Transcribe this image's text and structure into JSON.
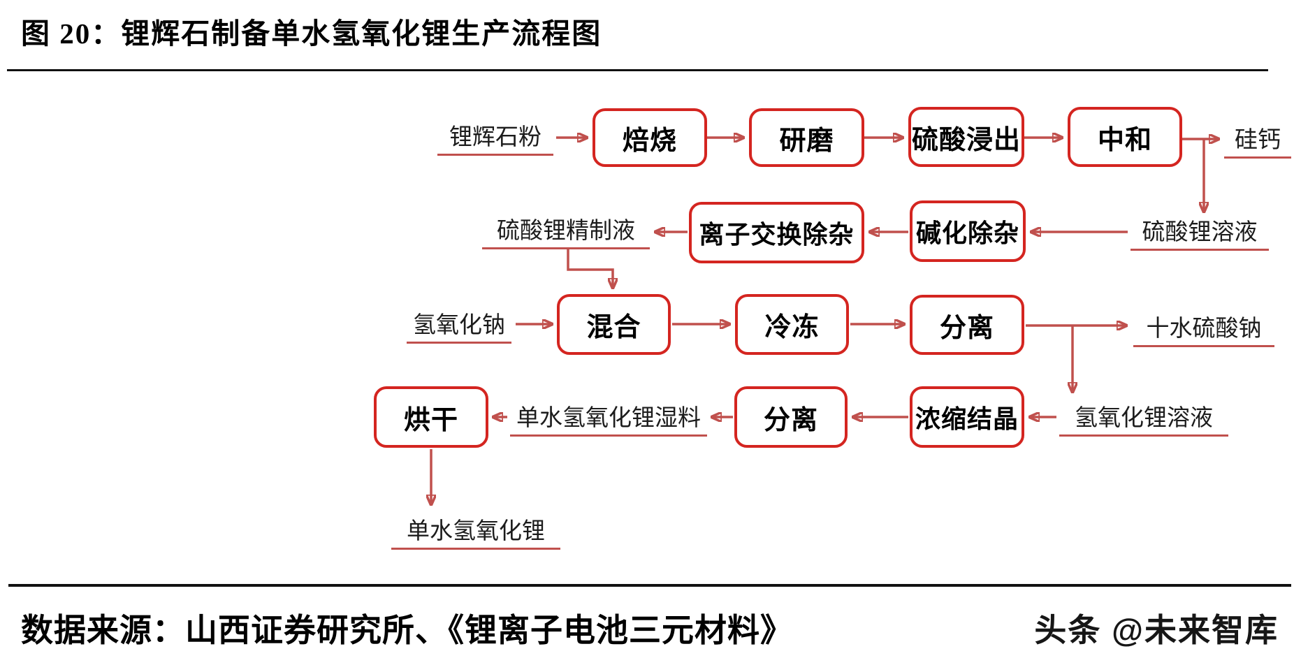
{
  "figure": {
    "title": "图 20：锂辉石制备单水氢氧化锂生产流程图"
  },
  "footer": {
    "source": "数据来源：山西证券研究所、《锂离子电池三元材料》",
    "watermark": "头条 @未来智库"
  },
  "colors": {
    "box_border": "#d42520",
    "connector": "#c0504d",
    "text": "#000000"
  },
  "flow": {
    "boxes": [
      {
        "label": "焙烧"
      },
      {
        "label": "研磨"
      },
      {
        "label": "硫酸浸出"
      },
      {
        "label": "中和"
      },
      {
        "label": "离子交换除杂"
      },
      {
        "label": "碱化除杂"
      },
      {
        "label": "混合"
      },
      {
        "label": "冷冻"
      },
      {
        "label": "分离"
      },
      {
        "label": "烘干"
      },
      {
        "label": "分离"
      },
      {
        "label": "浓缩结晶"
      }
    ],
    "labels": [
      {
        "text": "锂辉石粉"
      },
      {
        "text": "硅钙"
      },
      {
        "text": "硫酸锂溶液"
      },
      {
        "text": "硫酸锂精制液"
      },
      {
        "text": "氢氧化钠"
      },
      {
        "text": "十水硫酸钠"
      },
      {
        "text": "氢氧化锂溶液"
      },
      {
        "text": "单水氢氧化锂湿料"
      },
      {
        "text": "单水氢氧化锂"
      }
    ],
    "edges": [
      "锂辉石粉 → 焙烧",
      "焙烧 → 研磨",
      "研磨 → 硫酸浸出",
      "硫酸浸出 → 中和",
      "中和 → 硅钙",
      "中和 → 硫酸锂溶液",
      "硫酸锂溶液 → 碱化除杂",
      "碱化除杂 → 离子交换除杂",
      "离子交换除杂 → 硫酸锂精制液",
      "硫酸锂精制液 → 混合",
      "氢氧化钠 → 混合",
      "混合 → 冷冻",
      "冷冻 → 分离",
      "分离 → 十水硫酸钠",
      "分离 → 氢氧化锂溶液",
      "氢氧化锂溶液 → 浓缩结晶",
      "浓缩结晶 → 分离",
      "分离 → 单水氢氧化锂湿料",
      "单水氢氧化锂湿料 → 烘干",
      "烘干 → 单水氢氧化锂"
    ]
  }
}
